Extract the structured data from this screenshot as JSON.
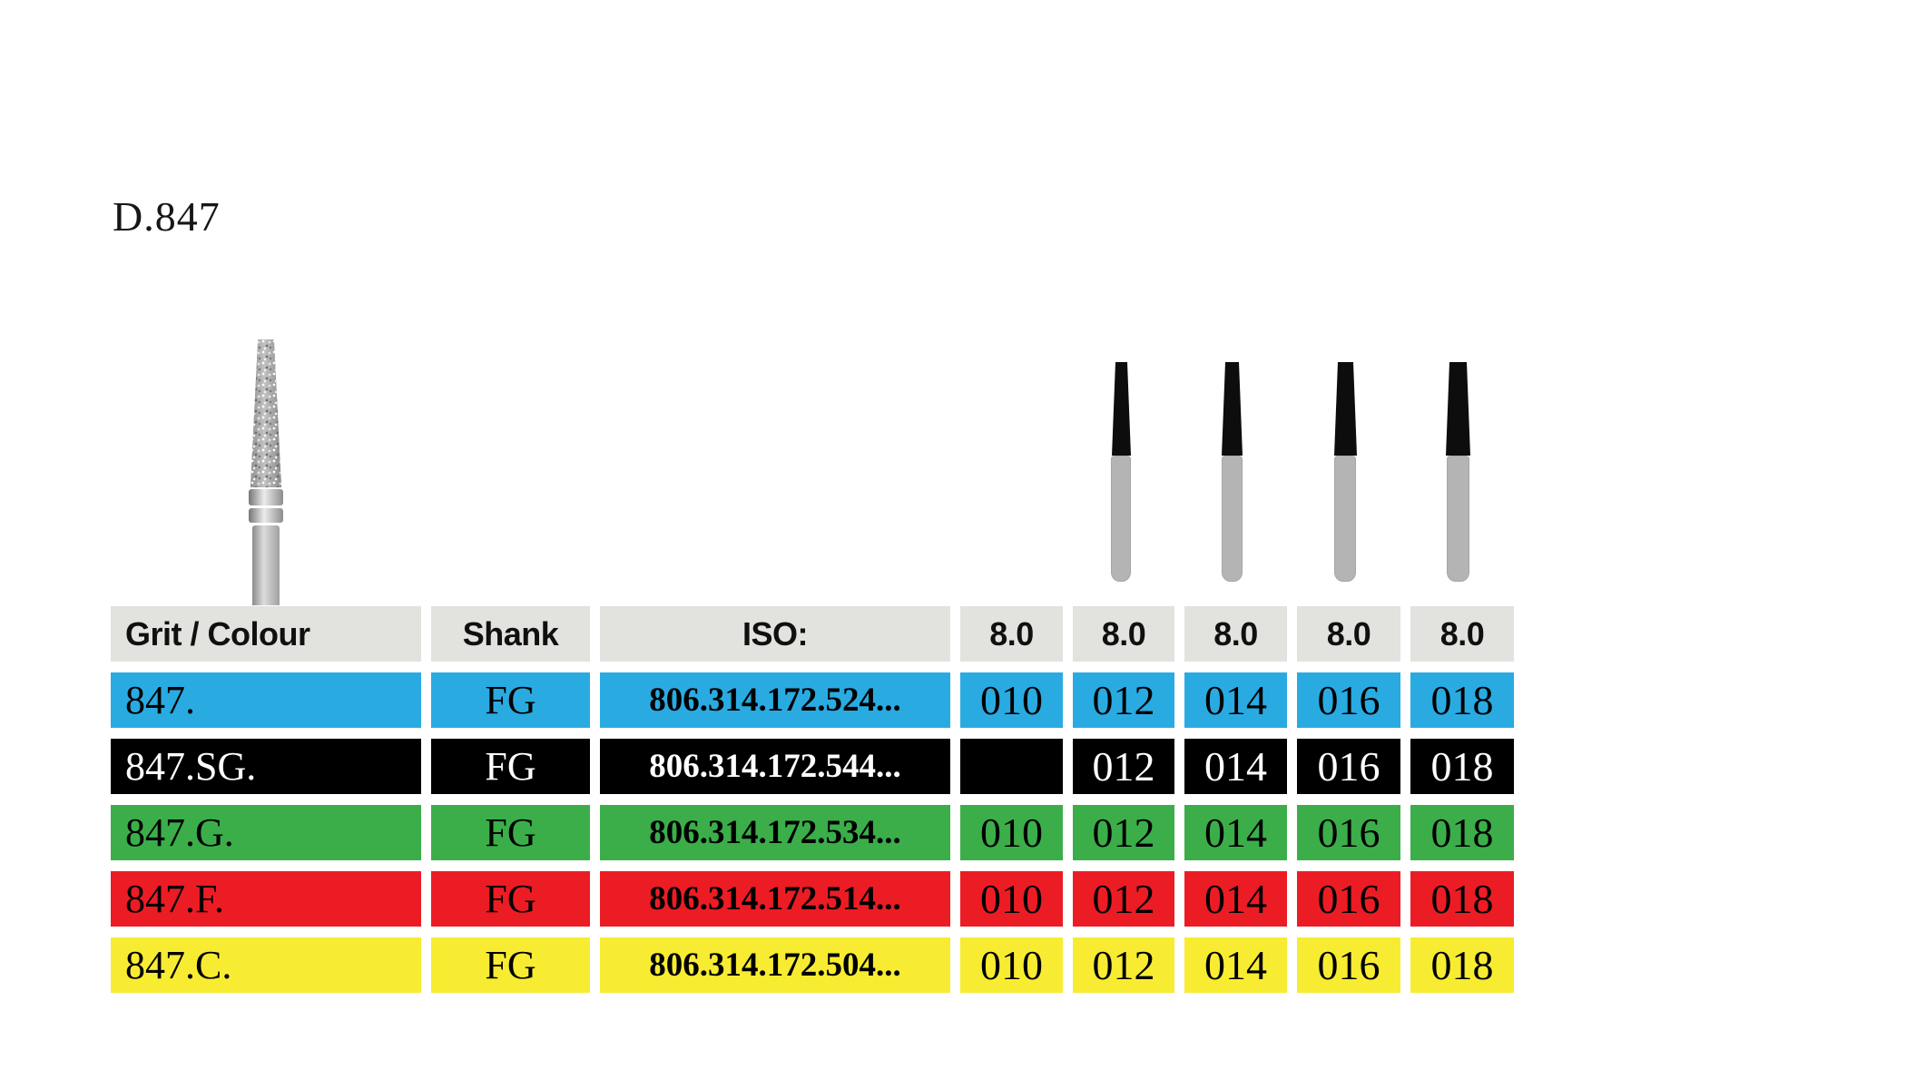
{
  "title": "D.847",
  "colors": {
    "header_bg": "#E2E2DE",
    "blue": "#29ABE2",
    "black": "#000000",
    "green": "#3BAE49",
    "red": "#EC1C24",
    "yellow": "#F7EC31",
    "silhouette_gray": "#B4B4B4",
    "silhouette_tip": "#0D0D0D"
  },
  "table": {
    "col_headers": {
      "grit": "Grit / Colour",
      "shank": "Shank",
      "iso": "ISO:"
    },
    "size_headers": [
      "8.0",
      "8.0",
      "8.0",
      "8.0",
      "8.0"
    ],
    "rows": [
      {
        "grit": "847.",
        "shank": "FG",
        "iso": "806.314.172.524...",
        "sizes": [
          "010",
          "012",
          "014",
          "016",
          "018"
        ],
        "bg": "#29ABE2",
        "fg": "#000000"
      },
      {
        "grit": "847.SG.",
        "shank": "FG",
        "iso": "806.314.172.544...",
        "sizes": [
          "",
          "012",
          "014",
          "016",
          "018"
        ],
        "bg": "#000000",
        "fg": "#FFFFFF"
      },
      {
        "grit": "847.G.",
        "shank": "FG",
        "iso": "806.314.172.534...",
        "sizes": [
          "010",
          "012",
          "014",
          "016",
          "018"
        ],
        "bg": "#3BAE49",
        "fg": "#000000"
      },
      {
        "grit": "847.F.",
        "shank": "FG",
        "iso": "806.314.172.514...",
        "sizes": [
          "010",
          "012",
          "014",
          "016",
          "018"
        ],
        "bg": "#EC1C24",
        "fg": "#000000"
      },
      {
        "grit": "847.C.",
        "shank": "FG",
        "iso": "806.314.172.504...",
        "sizes": [
          "010",
          "012",
          "014",
          "016",
          "018"
        ],
        "bg": "#F7EC31",
        "fg": "#000000"
      }
    ]
  }
}
